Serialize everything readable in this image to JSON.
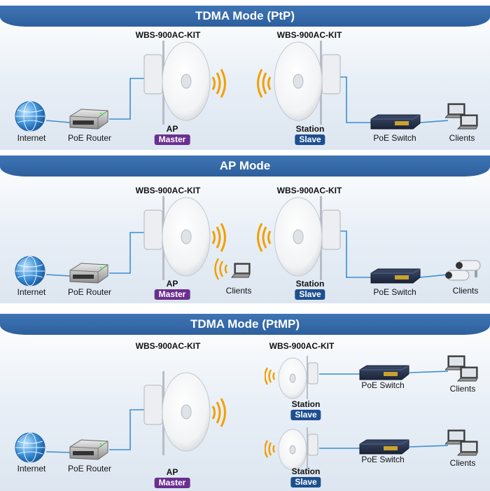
{
  "panels": [
    {
      "title": "TDMA Mode (PtP)",
      "left_kit": "WBS-900AC-KIT",
      "right_kit": "WBS-900AC-KIT",
      "internet": "Internet",
      "poe_router": "PoE Router",
      "ap_role": "AP",
      "ap_badge": "Master",
      "station_role": "Station",
      "station_badge": "Slave",
      "poe_switch": "PoE Switch",
      "clients": "Clients"
    },
    {
      "title": "AP Mode",
      "left_kit": "WBS-900AC-KIT",
      "right_kit": "WBS-900AC-KIT",
      "internet": "Internet",
      "poe_router": "PoE Router",
      "ap_role": "AP",
      "ap_badge": "Master",
      "wifi_clients": "Clients",
      "station_role": "Station",
      "station_badge": "Slave",
      "poe_switch": "PoE Switch",
      "clients": "Clients"
    },
    {
      "title": "TDMA Mode (PtMP)",
      "left_kit": "WBS-900AC-KIT",
      "right_kit": "WBS-900AC-KIT",
      "internet": "Internet",
      "poe_router": "PoE Router",
      "ap_role": "AP",
      "ap_badge": "Master",
      "station1_role": "Station",
      "station1_badge": "Slave",
      "poe_switch1": "PoE Switch",
      "clients1": "Clients",
      "station2_role": "Station",
      "station2_badge": "Slave",
      "poe_switch2": "PoE Switch",
      "clients2": "Clients"
    }
  ],
  "colors": {
    "header": "#2d5f9c",
    "link": "#3a8fd0",
    "master_badge": "#6b2f8f",
    "slave_badge": "#1e4f8f",
    "signal": "#f0a000"
  },
  "icons": [
    "globe-icon",
    "router-icon",
    "dish-antenna-icon",
    "signal-waves-icon",
    "switch-icon",
    "laptop-icon",
    "camera-icon"
  ]
}
